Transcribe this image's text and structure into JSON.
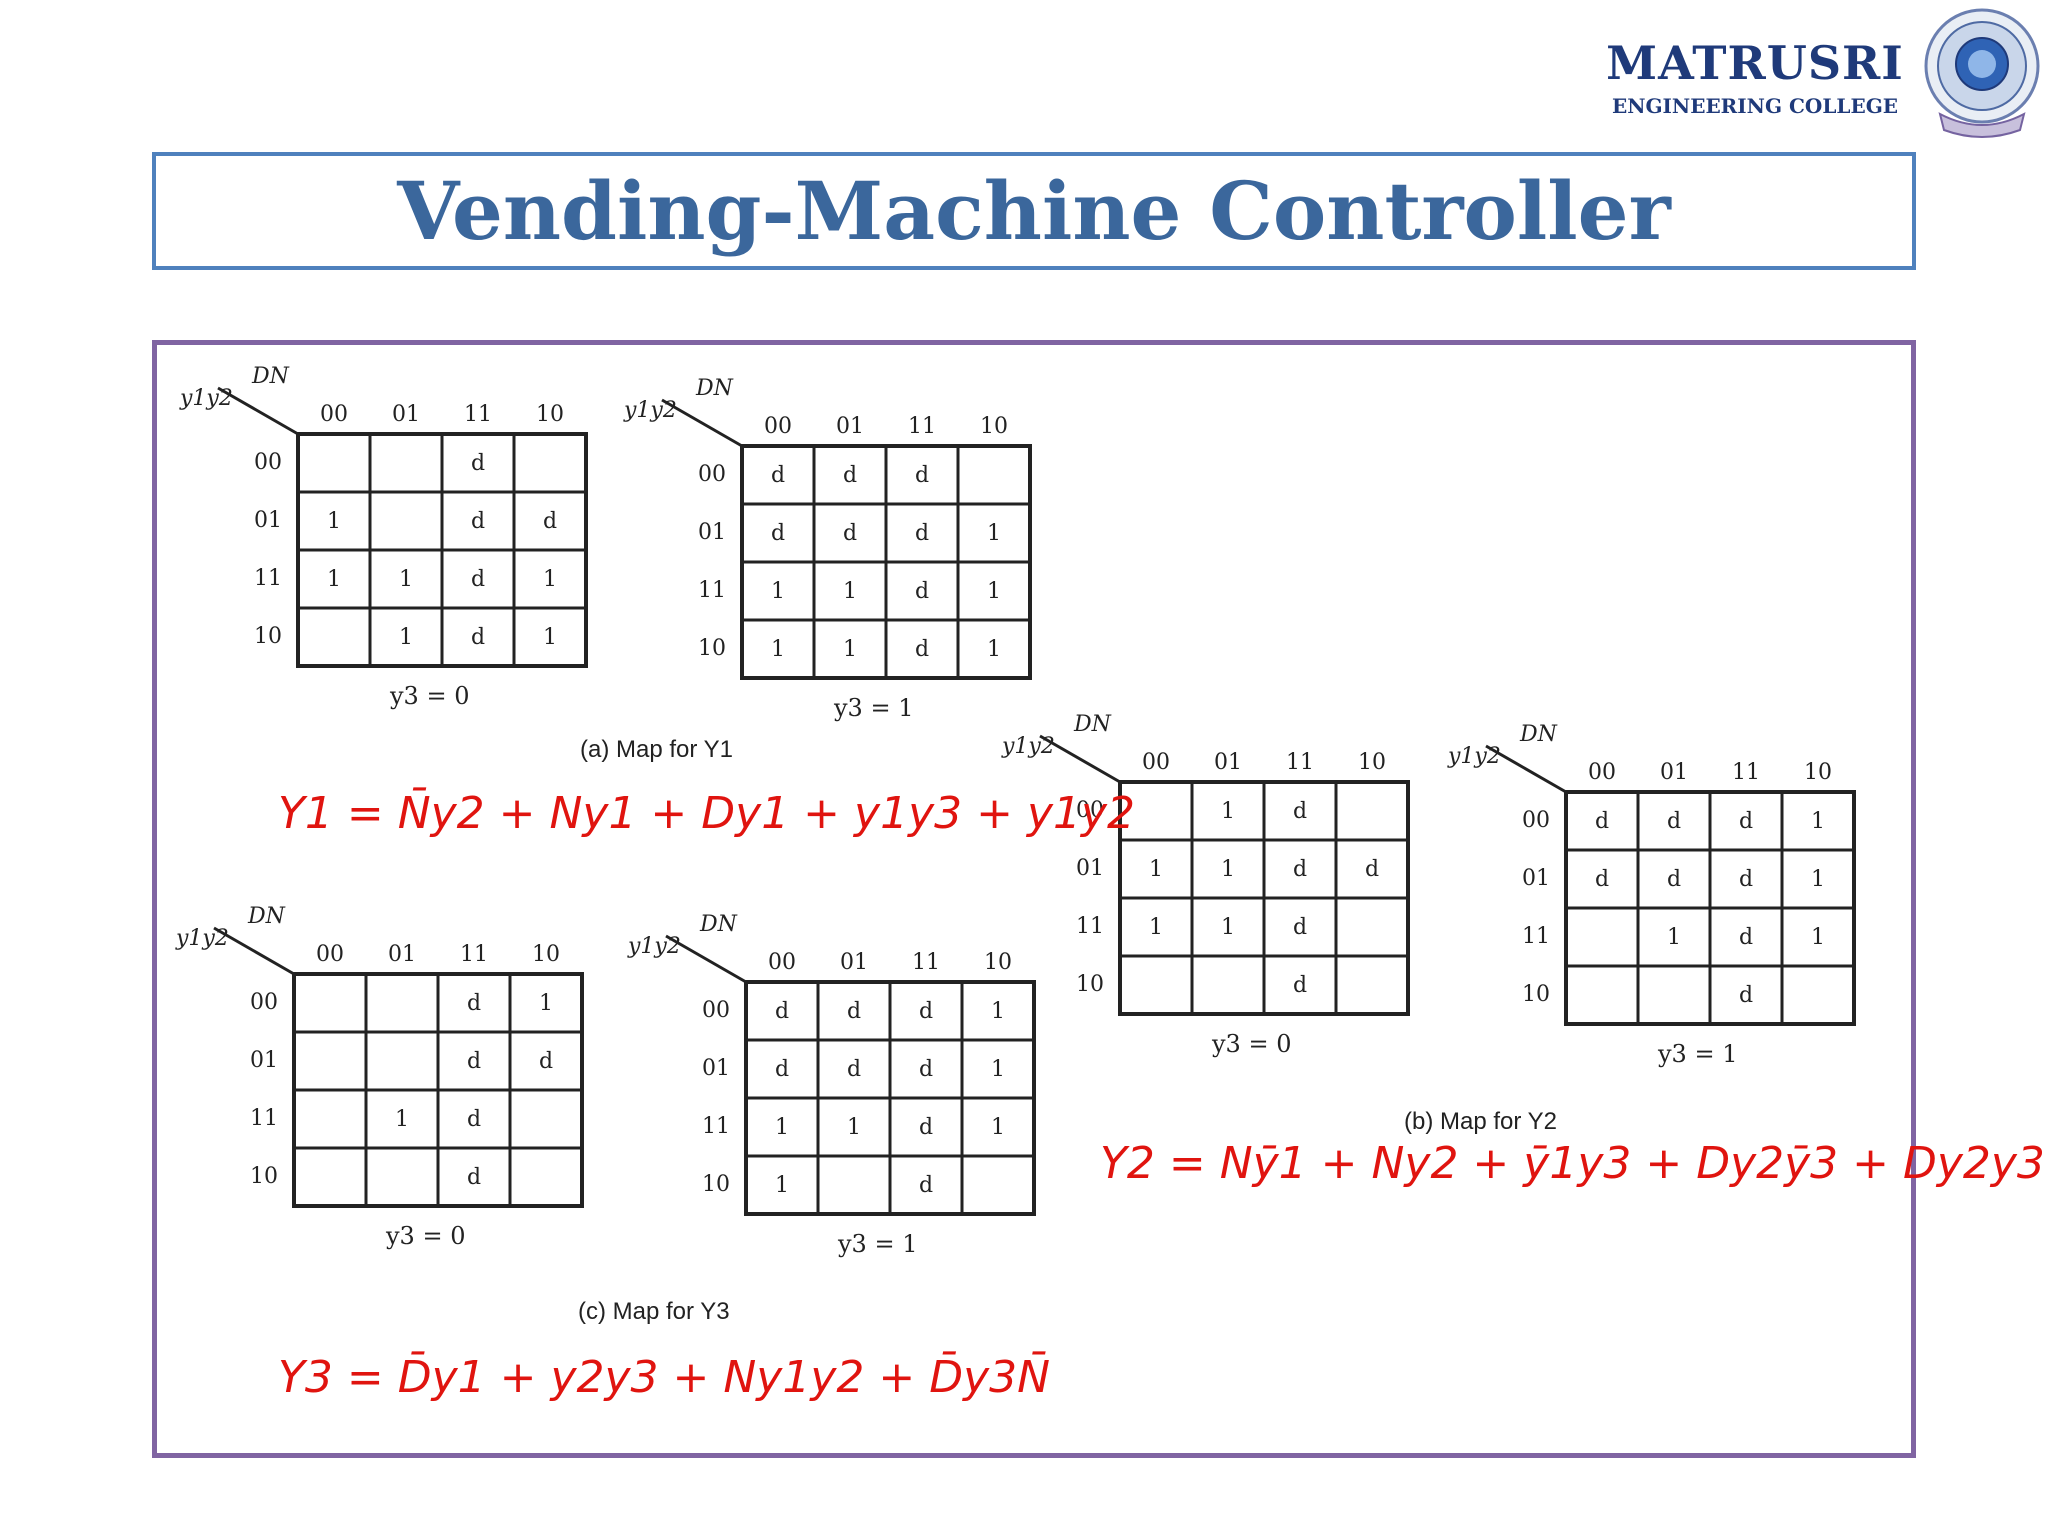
{
  "header": {
    "college_name": "MATRUSRI",
    "college_sub": "ENGINEERING COLLEGE",
    "title": "Vending-Machine Controller"
  },
  "kmap_labels": {
    "row_var": "y1y2",
    "col_var": "DN",
    "cols": [
      "00",
      "01",
      "11",
      "10"
    ],
    "rows": [
      "00",
      "01",
      "11",
      "10"
    ]
  },
  "maps": [
    {
      "id": "y1-a",
      "caption": "y3 = 0",
      "cells": [
        [
          "",
          "",
          "d",
          ""
        ],
        [
          "1",
          "",
          "d",
          "d"
        ],
        [
          "1",
          "1",
          "d",
          "1"
        ],
        [
          "",
          "1",
          "d",
          "1"
        ]
      ]
    },
    {
      "id": "y1-b",
      "caption": "y3 = 1",
      "cells": [
        [
          "d",
          "d",
          "d",
          ""
        ],
        [
          "d",
          "d",
          "d",
          "1"
        ],
        [
          "1",
          "1",
          "d",
          "1"
        ],
        [
          "1",
          "1",
          "d",
          "1"
        ]
      ]
    },
    {
      "id": "y2-a",
      "caption": "y3 = 0",
      "cells": [
        [
          "",
          "1",
          "d",
          ""
        ],
        [
          "1",
          "1",
          "d",
          "d"
        ],
        [
          "1",
          "1",
          "d",
          ""
        ],
        [
          "",
          "",
          "d",
          ""
        ]
      ]
    },
    {
      "id": "y2-b",
      "caption": "y3 = 1",
      "cells": [
        [
          "d",
          "d",
          "d",
          "1"
        ],
        [
          "d",
          "d",
          "d",
          "1"
        ],
        [
          "",
          "1",
          "d",
          "1"
        ],
        [
          "",
          "",
          "d",
          ""
        ]
      ]
    },
    {
      "id": "y3-a",
      "caption": "y3 = 0",
      "cells": [
        [
          "",
          "",
          "d",
          "1"
        ],
        [
          "",
          "",
          "d",
          "d"
        ],
        [
          "",
          "1",
          "d",
          ""
        ],
        [
          "",
          "",
          "d",
          ""
        ]
      ]
    },
    {
      "id": "y3-b",
      "caption": "y3 = 1",
      "cells": [
        [
          "d",
          "d",
          "d",
          "1"
        ],
        [
          "d",
          "d",
          "d",
          "1"
        ],
        [
          "1",
          "1",
          "d",
          "1"
        ],
        [
          "1",
          "",
          "d",
          ""
        ]
      ]
    }
  ],
  "captions": {
    "a": "(a) Map for Y1",
    "b": "(b) Map for Y2",
    "c": "(c) Map for Y3"
  },
  "equations": {
    "y1": "Y1 = N̄y2 + Ny1 + Dy1 + y1y3 + y1y2",
    "y2": "Y2 = Nȳ1 + Ny2 + ȳ1y3 + Dy2ȳ3 + Dy2y3",
    "y3": "Y3 = D̄y1 + y2y3 + Ny1y2 + D̄y3N̄"
  }
}
